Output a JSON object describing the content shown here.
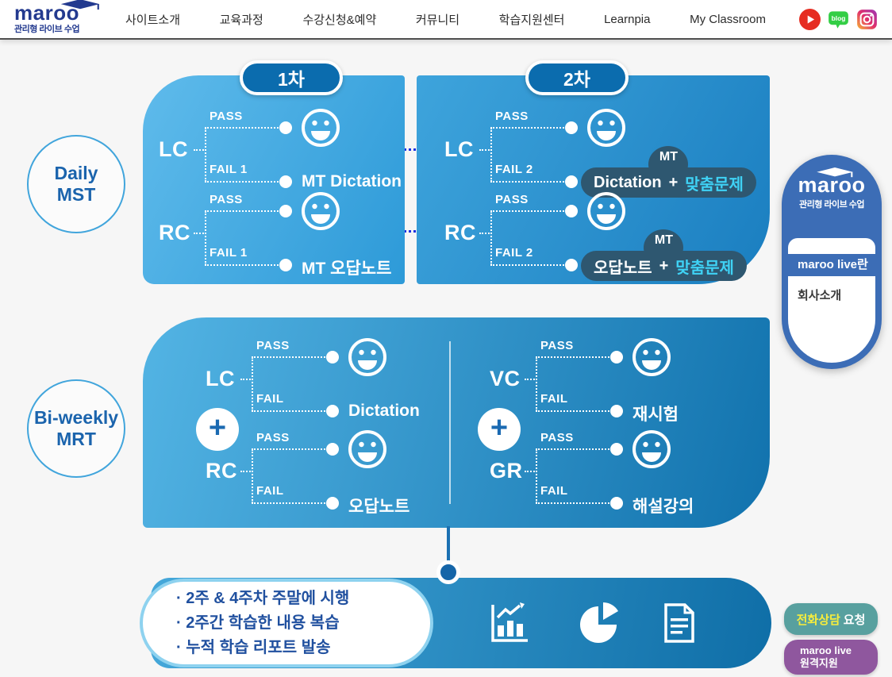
{
  "nav": {
    "brand": "maroo",
    "brand_sub": "관리형 라이브 수업",
    "items": [
      "사이트소개",
      "교육과정",
      "수강신청&예약",
      "커뮤니티",
      "학습지원센터",
      "Learnpia",
      "My Classroom"
    ],
    "social": {
      "youtube": "youtube",
      "blog_label": "blog",
      "instagram": "instagram"
    }
  },
  "daily": {
    "title1": "Daily",
    "title2": "MST",
    "round1": {
      "badge": "1차",
      "lc": {
        "label": "LC",
        "pass": "PASS",
        "fail": "FAIL 1",
        "fail_result": "MT Dictation"
      },
      "rc": {
        "label": "RC",
        "pass": "PASS",
        "fail": "FAIL 1",
        "fail_result": "MT 오답노트"
      }
    },
    "round2": {
      "badge": "2차",
      "lc": {
        "label": "LC",
        "pass": "PASS",
        "fail": "FAIL 2",
        "mt_tag": "MT",
        "fail_main": "Dictation",
        "plus": "+",
        "fail_extra": "맞춤문제"
      },
      "rc": {
        "label": "RC",
        "pass": "PASS",
        "fail": "FAIL 2",
        "mt_tag": "MT",
        "fail_main": "오답노트",
        "plus": "+",
        "fail_extra": "맞춤문제"
      }
    }
  },
  "biweekly": {
    "title1": "Bi-weekly",
    "title2": "MRT",
    "plus": "+",
    "lc": {
      "label": "LC",
      "pass": "PASS",
      "fail": "FAIL",
      "fail_result": "Dictation"
    },
    "rc": {
      "label": "RC",
      "pass": "PASS",
      "fail": "FAIL",
      "fail_result": "오답노트"
    },
    "vc": {
      "label": "VC",
      "pass": "PASS",
      "fail": "FAIL",
      "fail_result": "재시험"
    },
    "gr": {
      "label": "GR",
      "pass": "PASS",
      "fail": "FAIL",
      "fail_result": "해설강의"
    }
  },
  "summary": {
    "bullets": [
      "2주 & 4주차 주말에 시행",
      "2주간 학습한 내용 복습",
      "누적 학습 리포트 발송"
    ],
    "icons": [
      "bar-chart",
      "pie-chart",
      "report-document"
    ]
  },
  "side_widget": {
    "brand": "maroo",
    "brand_sub": "관리형 라이브 수업",
    "menu": [
      {
        "label": "maroo live란",
        "active": true
      },
      {
        "label": "회사소개",
        "active": false
      }
    ]
  },
  "floating": {
    "phone_highlight": "전화상담",
    "phone_rest": "요청",
    "remote_line1": "maroo live",
    "remote_line2": "원격지원"
  },
  "colors": {
    "brand_navy": "#233a8f",
    "badge_blue": "#0b6cae",
    "panel_light": "#5fbbeb",
    "panel_dark": "#1a7ec0",
    "connector_blue": "#1b2fe0",
    "pill_slate": "#2e5770",
    "pill_cyan": "#3fd2f5",
    "widget_blue": "#3c6db6",
    "btn_teal": "#58a09f",
    "btn_purple": "#8f579e",
    "btn_yellow": "#f7ed3c"
  }
}
